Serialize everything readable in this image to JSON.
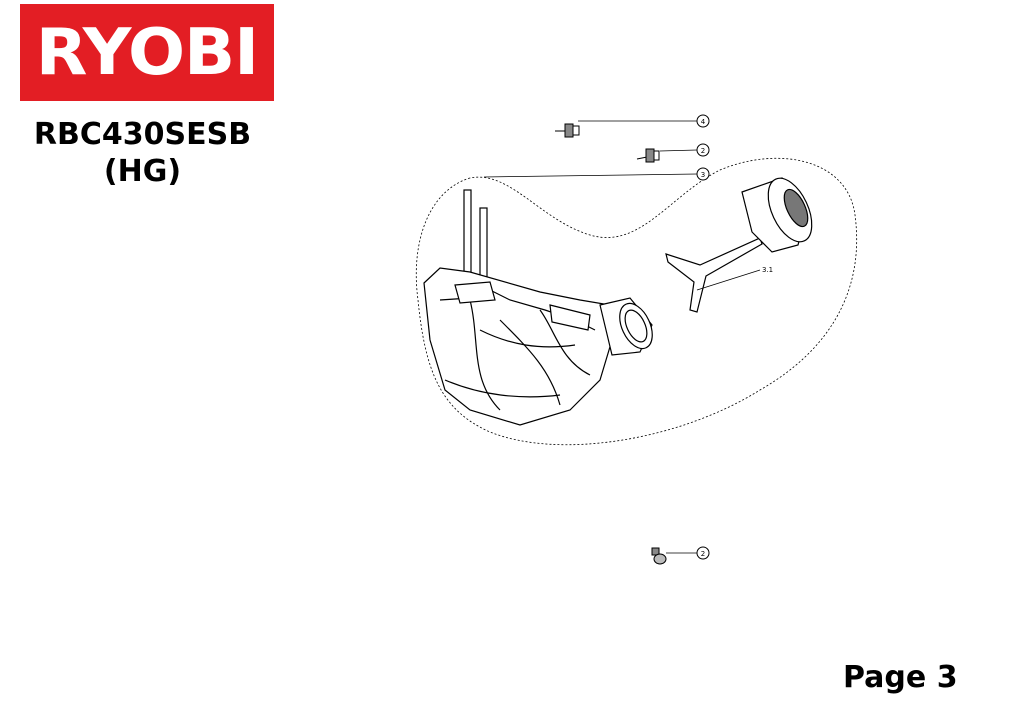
{
  "logo": {
    "text": "RYOBI",
    "bg_color": "#e31e24"
  },
  "model": {
    "line1": "RBC430SESB",
    "line2": "(HG)"
  },
  "page": {
    "label": "Page 3"
  },
  "callouts": [
    {
      "id": "callout-4",
      "label": "4"
    },
    {
      "id": "callout-2-top",
      "label": "2"
    },
    {
      "id": "callout-3",
      "label": "3"
    },
    {
      "id": "callout-3-1",
      "label": "3.1"
    },
    {
      "id": "callout-2-bottom",
      "label": "2"
    }
  ]
}
